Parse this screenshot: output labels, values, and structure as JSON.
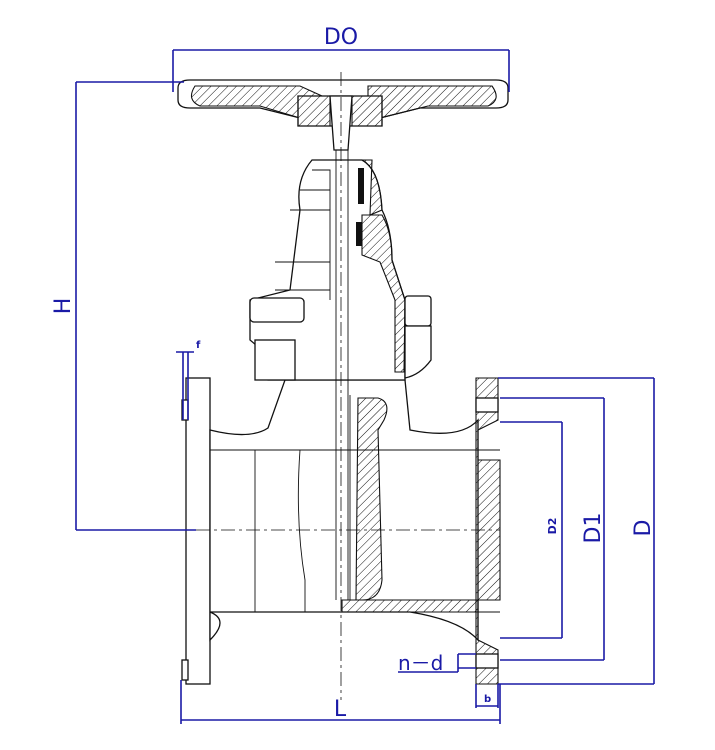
{
  "labels": {
    "D0": "DO",
    "H": "H",
    "f": "f",
    "D2": "D2",
    "D1": "D1",
    "D": "D",
    "nd": "n－d",
    "b": "b",
    "L": "L"
  },
  "colors": {
    "dimension": "#1a1aa6",
    "outline": "#111111",
    "background": "#ffffff"
  }
}
